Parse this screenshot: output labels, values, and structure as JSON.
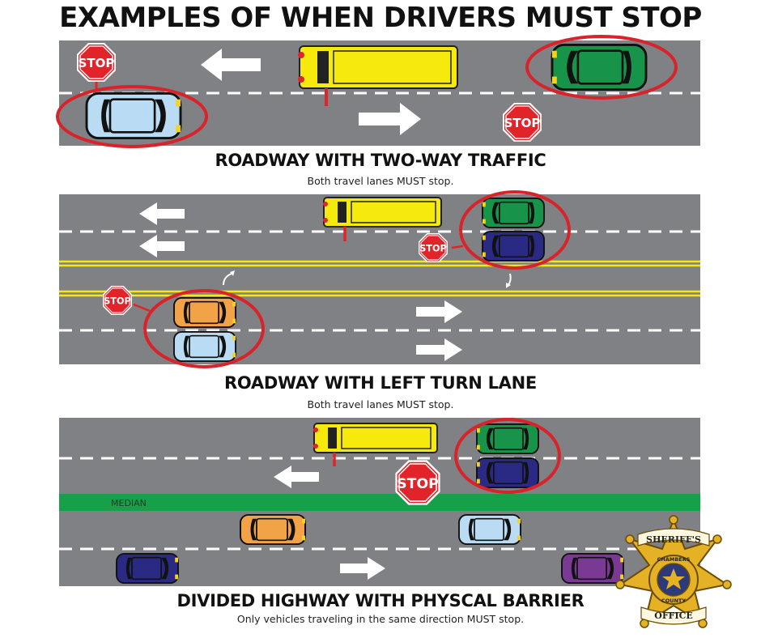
{
  "title": "EXAMPLES OF WHEN DRIVERS MUST STOP",
  "sections": [
    {
      "caption": "ROADWAY WITH TWO-WAY TRAFFIC",
      "subtext": "Both travel lanes MUST stop."
    },
    {
      "caption": "ROADWAY WITH LEFT TURN LANE",
      "subtext": "Both travel lanes MUST stop."
    },
    {
      "caption": "DIVIDED HIGHWAY WITH PHYSCAL BARRIER",
      "subtext": "Only vehicles traveling in the same direction MUST stop."
    }
  ],
  "stop_sign_text": "STOP",
  "median_label": "MEDIAN",
  "badge": {
    "top_text": "SHERIFF'S",
    "ring_text_1": "CHAMBERS",
    "ring_text_2": "COUNTY",
    "bottom_text": "OFFICE"
  },
  "colors": {
    "road": "#808184",
    "bus": "#f6ea0d",
    "stop": "#e0242a",
    "circle": "#d9232b",
    "median": "#17a04a",
    "green_car": "#17944a",
    "navy_car": "#2a2a85",
    "blue_car": "#b9dbf3",
    "orange_car": "#f2a347",
    "purple_car": "#7a3a93",
    "badge_gold": "#e5b225"
  }
}
